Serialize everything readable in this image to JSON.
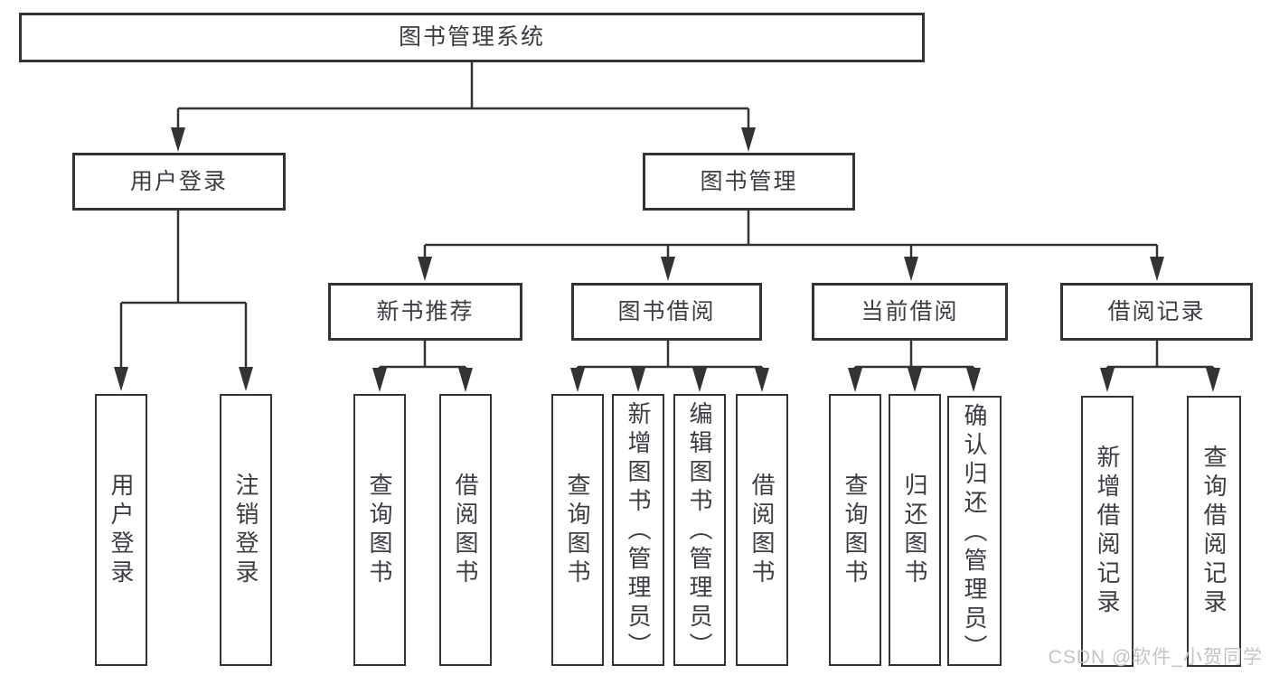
{
  "colors": {
    "line": "#333333",
    "box_border": "#333333",
    "text": "#3a3d42",
    "background": "#ffffff",
    "watermark": "#c3c3c3"
  },
  "diagram": {
    "root": "图书管理系统",
    "user_login": {
      "label": "用户登录",
      "children": [
        "用户登录",
        "注销登录"
      ]
    },
    "book_mgmt": {
      "label": "图书管理",
      "sections": [
        {
          "label": "新书推荐",
          "children": [
            "查询图书",
            "借阅图书"
          ]
        },
        {
          "label": "图书借阅",
          "children": [
            "查询图书",
            "新增图书（管理员）",
            "编辑图书（管理员）",
            "借阅图书"
          ]
        },
        {
          "label": "当前借阅",
          "children": [
            "查询图书",
            "归还图书",
            "确认归还（管理员）"
          ]
        },
        {
          "label": "借阅记录",
          "children": [
            "新增借阅记录",
            "查询借阅记录"
          ]
        }
      ]
    }
  },
  "watermark": "CSDN @软件_小贺同学"
}
